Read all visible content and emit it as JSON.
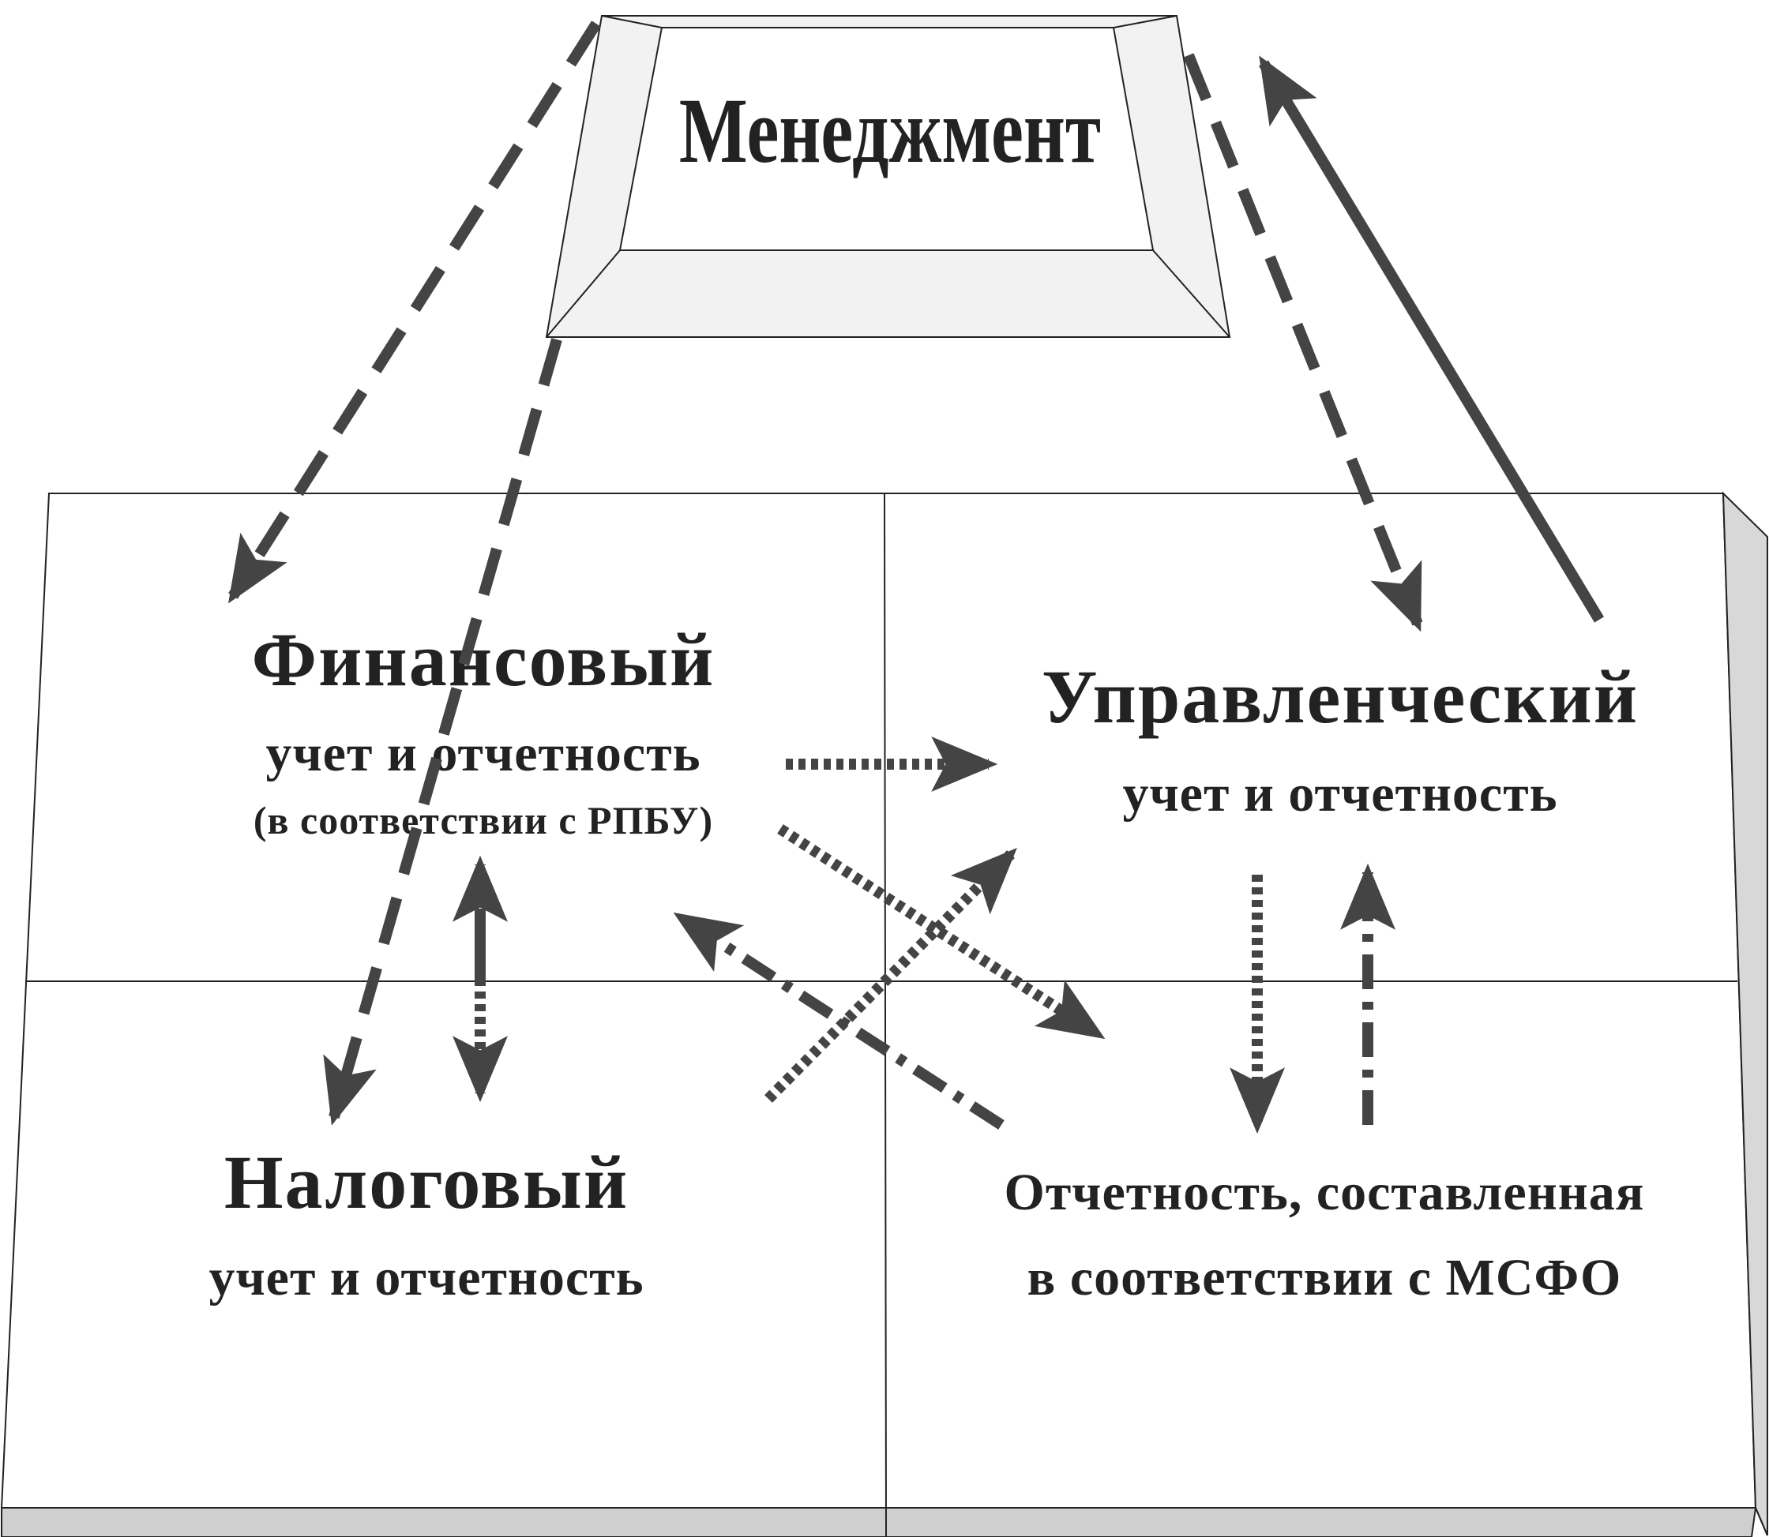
{
  "management": {
    "label": "Менеджмент"
  },
  "quadrants": {
    "financial": {
      "title": "Финансовый",
      "line1": "учет и отчетность",
      "line2": "(в соответствии с РПБУ)"
    },
    "managerial": {
      "title": "Управленческий",
      "line1": "учет и отчетность"
    },
    "tax": {
      "title": "Налоговый",
      "line1": "учет и отчетность"
    },
    "ifrs": {
      "line1": "Отчетность, составленная",
      "line2": "в соответствии с МСФО"
    }
  },
  "colors": {
    "arrow": "#444444",
    "frame_face": "#f0f0f0",
    "platform_side": "#cfcfcf",
    "text": "#222222"
  }
}
